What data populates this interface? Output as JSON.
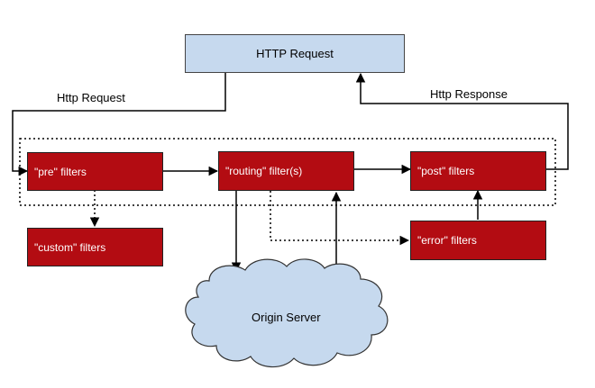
{
  "diagram": {
    "http_request_box": "HTTP Request",
    "edge_http_request": "Http Request",
    "edge_http_response": "Http Response",
    "pre_filters": "\"pre\" filters",
    "routing_filters": "\"routing\" filter(s)",
    "post_filters": "\"post\" filters",
    "custom_filters": "\"custom\" filters",
    "error_filters": "\"error\" filters",
    "origin_server": "Origin Server"
  },
  "colors": {
    "filter_box": "#b30c12",
    "request_box": "#c6d9ee",
    "cloud_fill": "#c6d9ee"
  }
}
